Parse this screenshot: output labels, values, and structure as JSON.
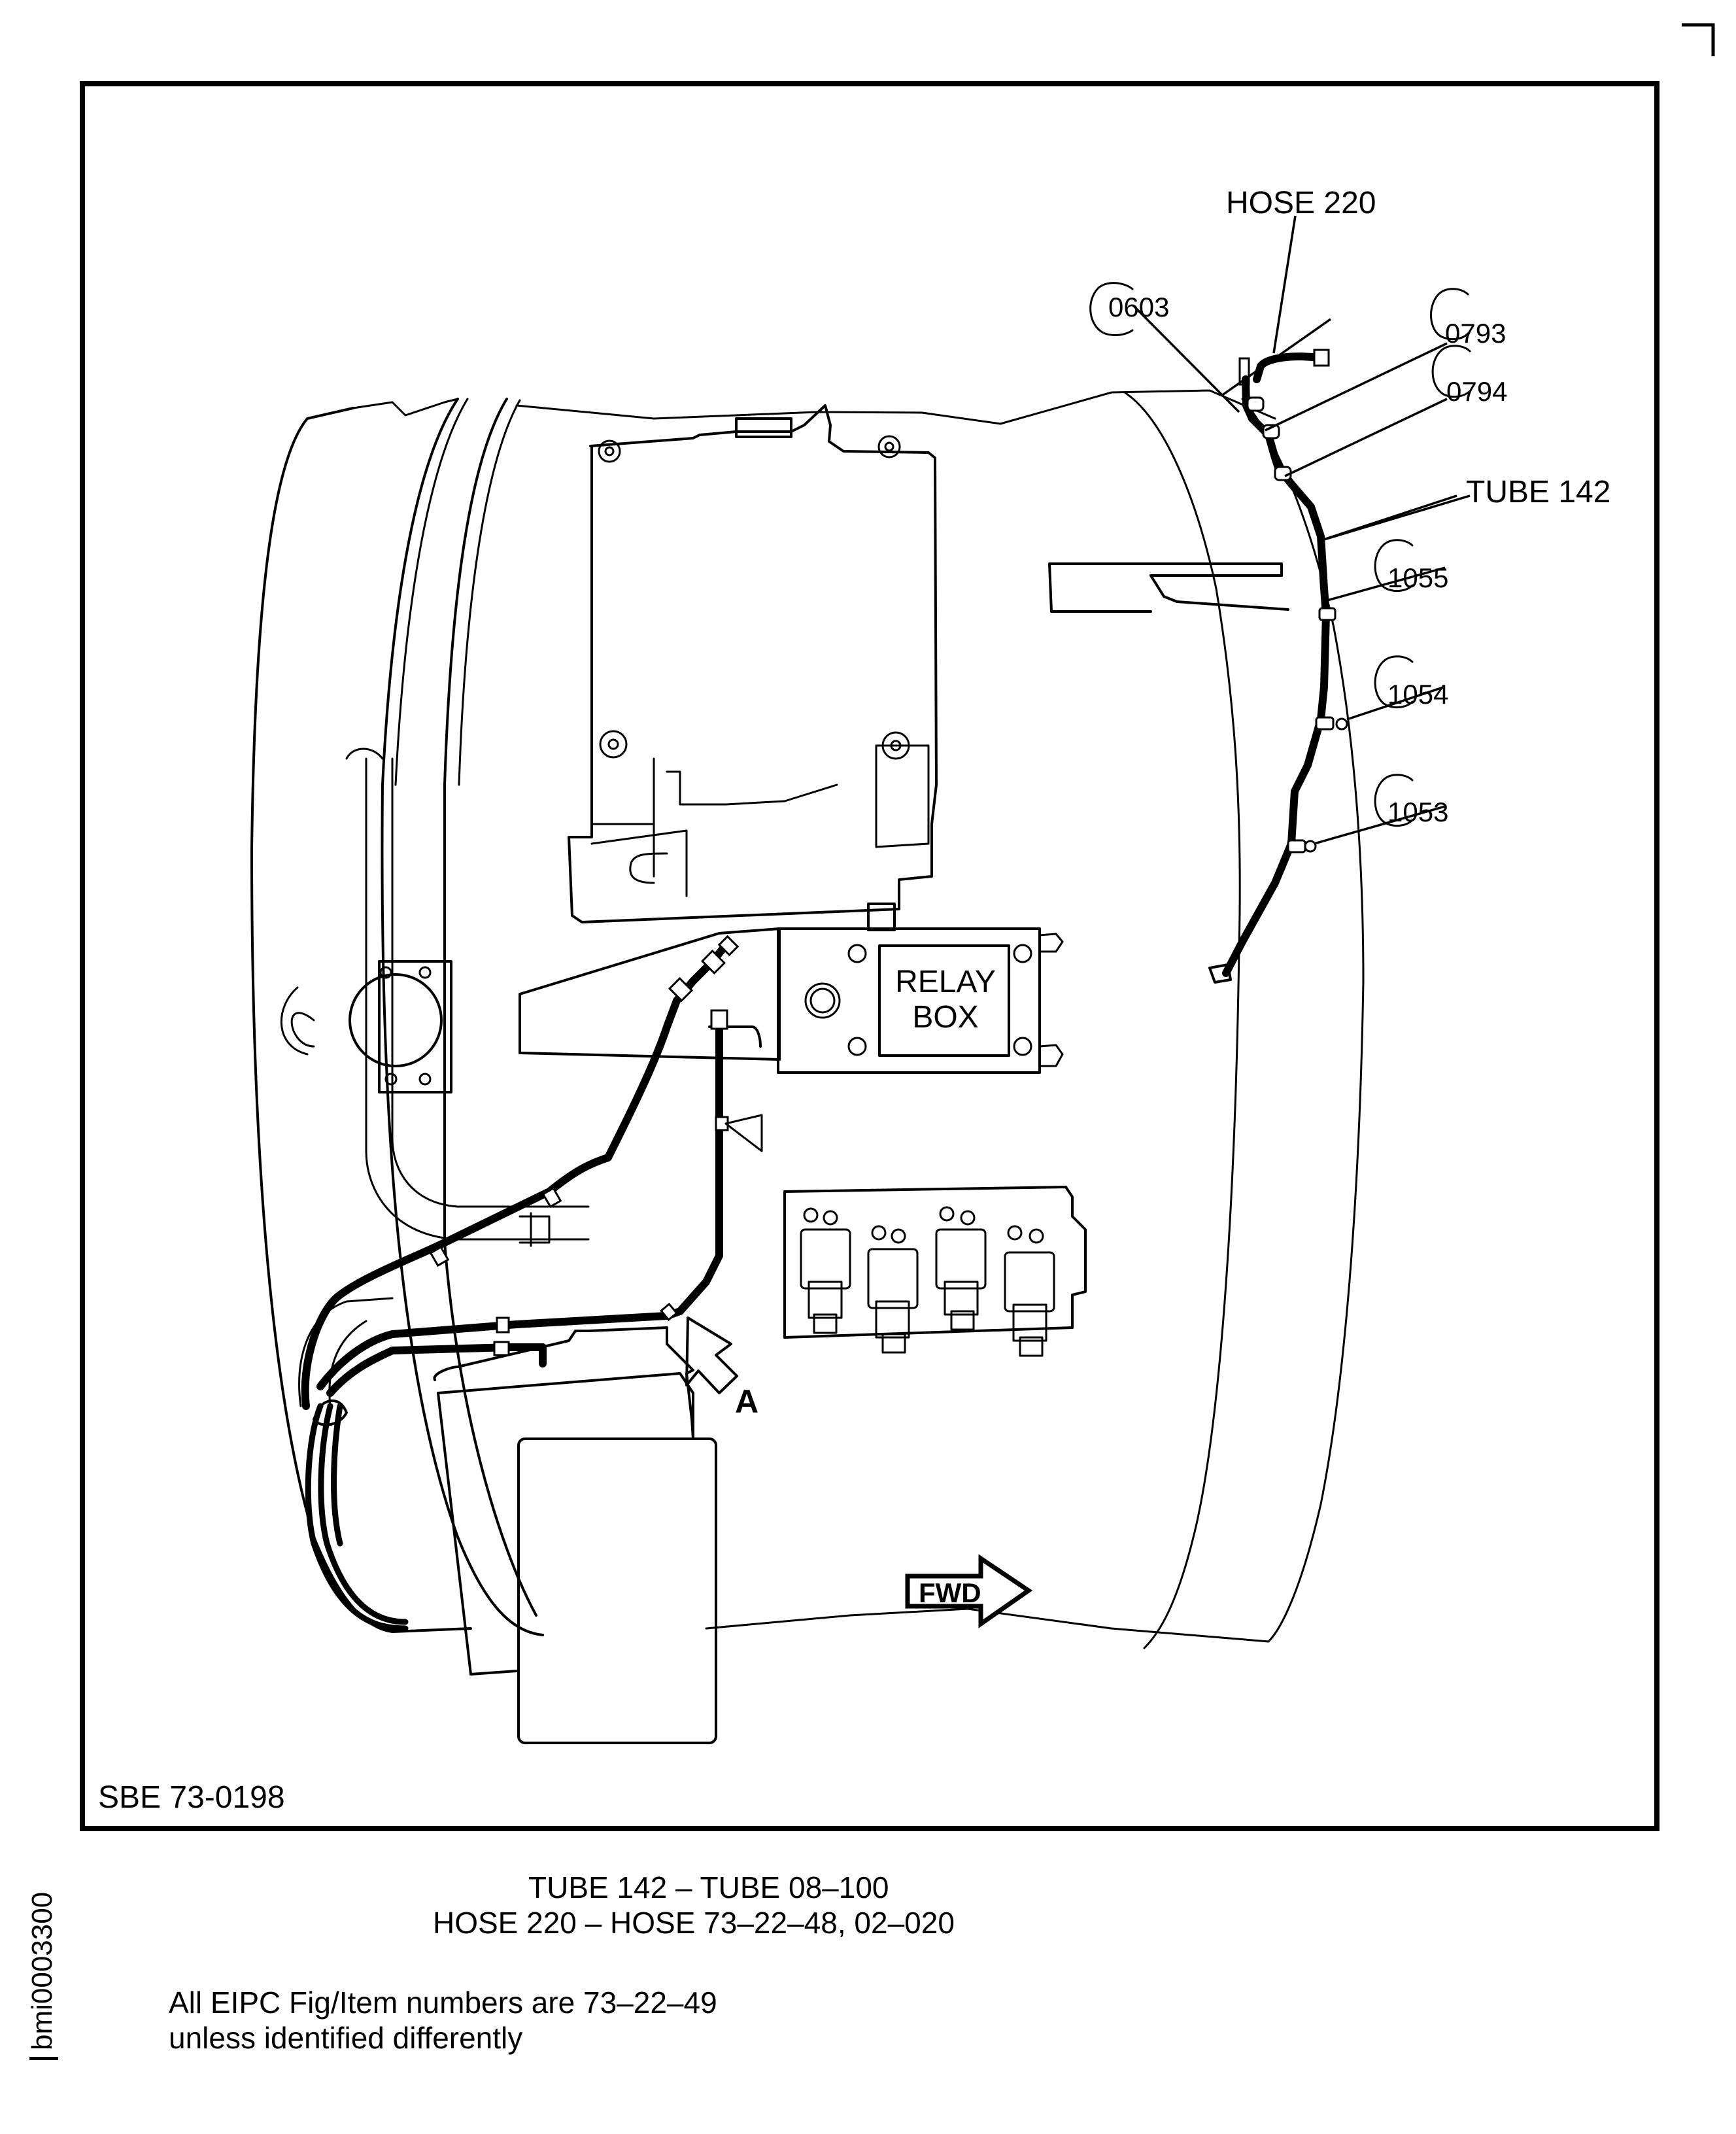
{
  "figure": {
    "reference": "SBE 73-0198",
    "image_id": "bmi0003300",
    "orientation_label": "FWD",
    "view_label": "A",
    "component_labels": {
      "relay_box_line1": "RELAY",
      "relay_box_line2": "BOX",
      "hose": "HOSE 220",
      "tube": "TUBE 142"
    },
    "callouts": [
      {
        "id": "0603"
      },
      {
        "id": "0793"
      },
      {
        "id": "0794"
      },
      {
        "id": "1055"
      },
      {
        "id": "1054"
      },
      {
        "id": "1053"
      }
    ]
  },
  "legend": {
    "line1": "TUBE 142 – TUBE 08–100",
    "line2": "HOSE 220 –  HOSE 73–22–48, 02–020"
  },
  "footnote": {
    "line1": "All EIPC Fig/Item numbers are 73–22–49",
    "line2": "unless identified differently"
  }
}
